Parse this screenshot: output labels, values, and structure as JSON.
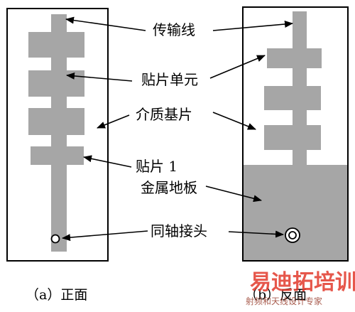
{
  "labels": {
    "feed_line": "传输线",
    "patch_unit": "贴片单元",
    "substrate": "介质基片",
    "patch_1": "贴片 1",
    "ground_plane": "金属地板",
    "coax_connector": "同轴接头"
  },
  "captions": {
    "front": "（a）正面",
    "back": "（b）反面"
  },
  "watermark": {
    "logo_text": "易迪拓培训",
    "tagline": "射频和天线设计专家"
  },
  "colors": {
    "patch_gray": "#a6a6a6",
    "outline": "#000000",
    "background": "#ffffff",
    "watermark_red": "#e23a2c"
  }
}
